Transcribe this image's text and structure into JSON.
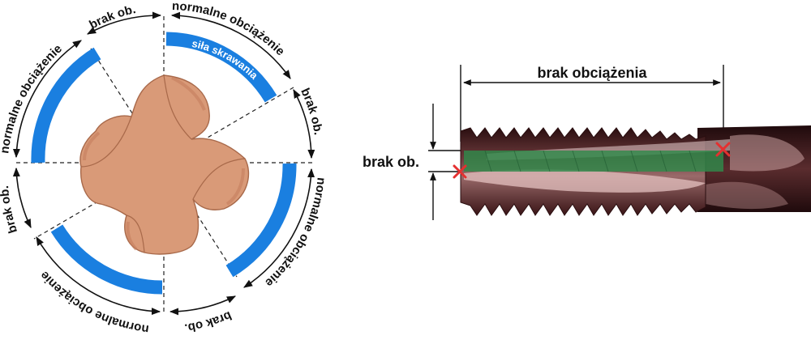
{
  "left_diagram": {
    "arc_labels": {
      "brak_top": "brak ob.",
      "normalne_top_right": "normalne obciążenie",
      "brak_right": "brak ob.",
      "normalne_right": "normalne obciążenie",
      "brak_bottom": "brak ob.",
      "normalne_bottom": "normalne obciążenie",
      "brak_left": "brak ob.",
      "normalne_left": "normalne obciążenie"
    },
    "force_label": "siła skrawania",
    "colors": {
      "force_band": "#1a7fe0",
      "tool_body": "#d99a78",
      "tool_edge": "#a8694a"
    }
  },
  "right_diagram": {
    "top_dimension_label": "brak obciążenia",
    "left_dimension_label": "brak ob.",
    "colors": {
      "tap_body": "#4a1f22",
      "load_zone": "#2f8a4a",
      "marker": "#e53030"
    }
  }
}
